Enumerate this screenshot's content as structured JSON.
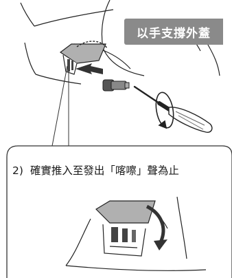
{
  "label": {
    "text": "以手支撐外蓋",
    "bg_color": "#8a8a8a",
    "text_color": "#ffffff"
  },
  "step": {
    "number": "2)",
    "text": "確實推入至發出「喀嚓」聲為止"
  },
  "colors": {
    "line": "#222222",
    "gray_cover": "#b0b0b0",
    "dark_gray": "#444444",
    "callout_border": "#333333"
  },
  "icons": [
    "screwdriver-icon",
    "connector-icon",
    "push-arrow-icon",
    "rotate-arrow-icon",
    "cover-icon"
  ]
}
